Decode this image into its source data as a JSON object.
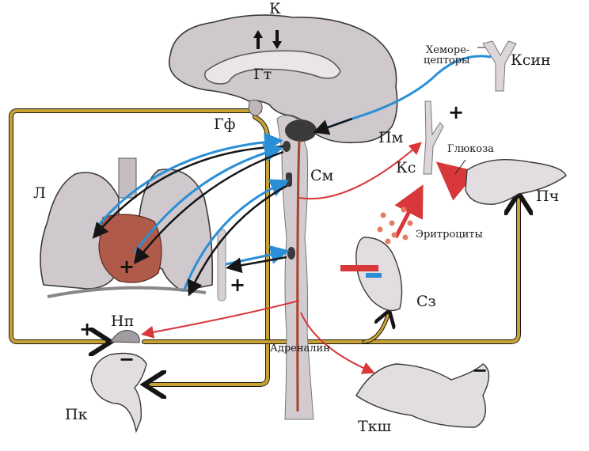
{
  "labels": {
    "cortex": "К",
    "hypothalamus": "Гт",
    "pituitary": "Гф",
    "medulla": "Пм",
    "spinal_cord": "См",
    "lungs": "Л",
    "adrenal": "Нп",
    "kidney": "Пк",
    "carotid_sinus": "Ксин",
    "chemoreceptors_line1": "Хеморе-",
    "chemoreceptors_line2": "цепторы",
    "blood_vessels": "Кс",
    "glucose": "Глюкоза",
    "liver": "Пч",
    "erythrocytes": "Эритроциты",
    "spleen": "Сз",
    "adrenaline": "Адреналин",
    "gi_tissue": "Ткш"
  },
  "signs": {
    "vessels_plus": "+",
    "heart_plus": "+",
    "chest_plus": "+",
    "adrenal_plus": "+",
    "kidney_minus": "−",
    "gi_minus": "−"
  },
  "colors": {
    "afferent": "#2a8fd6",
    "efferent": "#151515",
    "hormone": "#c9a233",
    "sympathetic": "#d8383a",
    "spinal_tract": "#a8432c",
    "tissue": "#cfc8cc"
  }
}
